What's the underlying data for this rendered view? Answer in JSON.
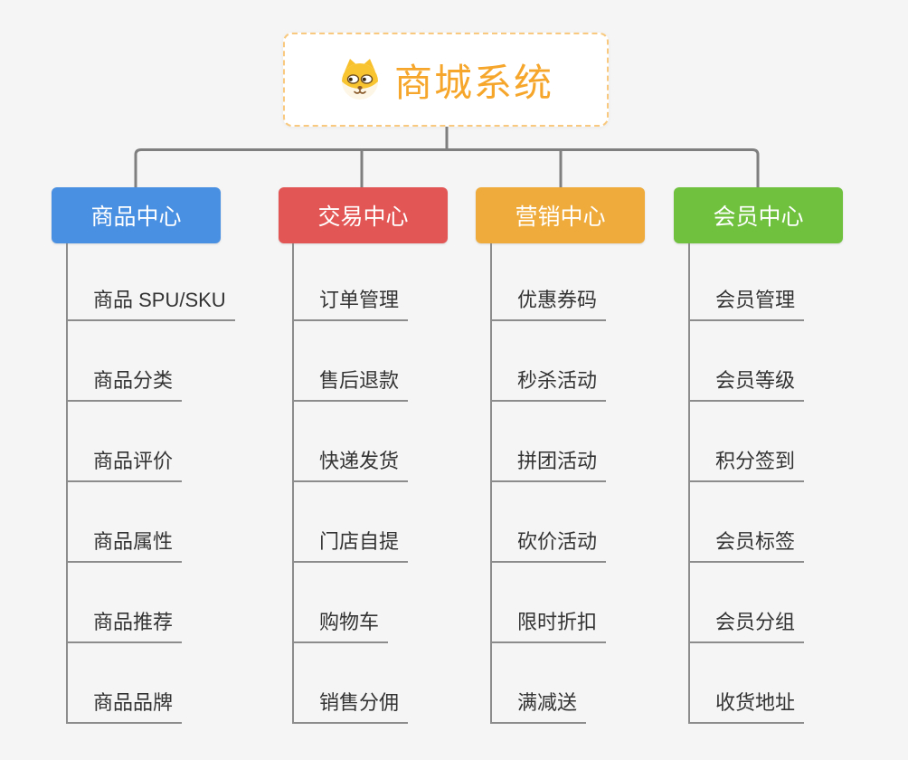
{
  "root": {
    "title": "商城系统",
    "icon": "dog-face-icon",
    "title_color": "#f5a62b",
    "border_color": "#f8c97e"
  },
  "branches": [
    {
      "label": "商品中心",
      "color": "#4a90e2",
      "children": [
        "商品 SPU/SKU",
        "商品分类",
        "商品评价",
        "商品属性",
        "商品推荐",
        "商品品牌"
      ]
    },
    {
      "label": "交易中心",
      "color": "#e35656",
      "children": [
        "订单管理",
        "售后退款",
        "快递发货",
        "门店自提",
        "购物车",
        "销售分佣"
      ]
    },
    {
      "label": "营销中心",
      "color": "#efac3c",
      "children": [
        "优惠券码",
        "秒杀活动",
        "拼团活动",
        "砍价活动",
        "限时折扣",
        "满减送"
      ]
    },
    {
      "label": "会员中心",
      "color": "#6fc13e",
      "children": [
        "会员管理",
        "会员等级",
        "积分签到",
        "会员标签",
        "会员分组",
        "收货地址"
      ]
    }
  ],
  "colors": {
    "background": "#f5f5f5",
    "connector": "#7f7f7f",
    "leaf_line": "#8c8c8c",
    "leaf_text": "#333333"
  }
}
